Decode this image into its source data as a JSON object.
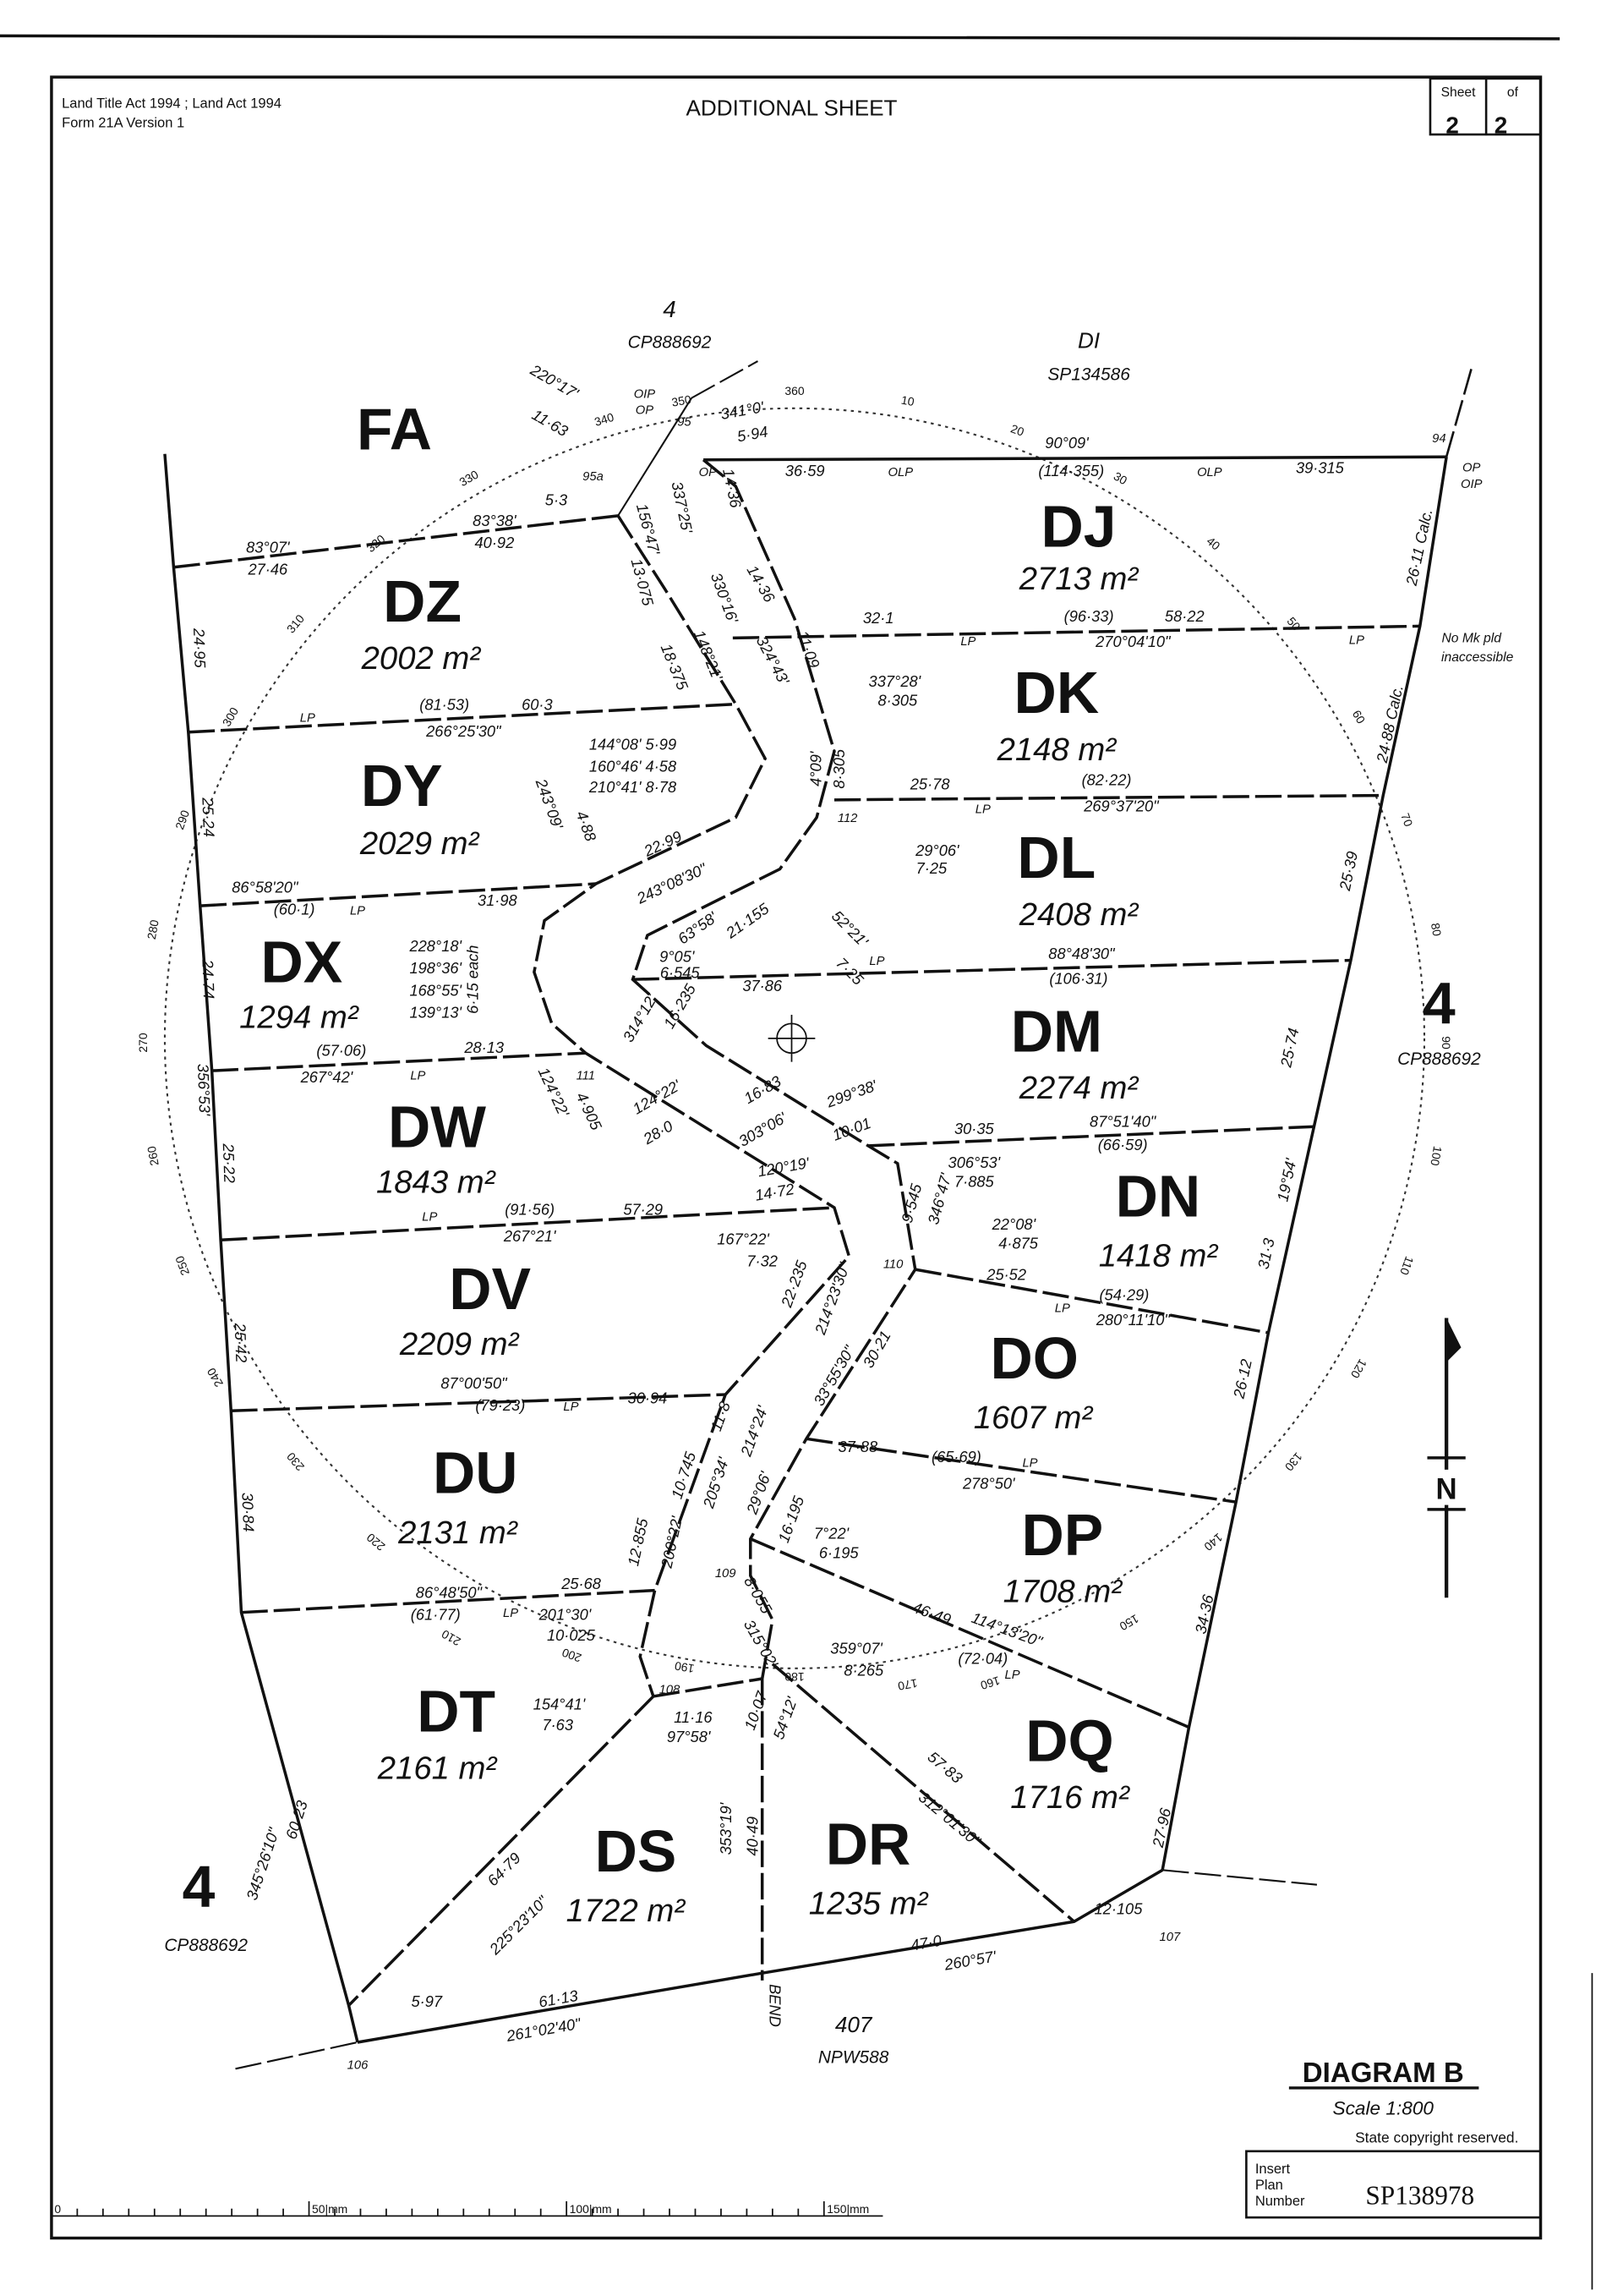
{
  "header": {
    "act_line": "Land Title Act 1994 ; Land Act 1994",
    "form_line": "Form 21A Version 1",
    "title": "ADDITIONAL SHEET",
    "sheet_label": "Sheet",
    "of_label": "of",
    "sheet_number": "2",
    "sheet_total": "2"
  },
  "footer": {
    "diagram_title": "DIAGRAM B",
    "scale": "Scale 1:800",
    "copyright": "State copyright reserved.",
    "insert_label_1": "Insert",
    "insert_label_2": "Plan",
    "insert_label_3": "Number",
    "plan_number": "SP138978",
    "scale_marks": [
      "0",
      "50|mm",
      "100|mm",
      "150|mm"
    ]
  },
  "north_label": "N",
  "lots": [
    {
      "id": "DJ",
      "area": "2713 m²"
    },
    {
      "id": "DK",
      "area": "2148 m²"
    },
    {
      "id": "DZ",
      "area": "2002 m²"
    },
    {
      "id": "DY",
      "area": "2029 m²"
    },
    {
      "id": "DL",
      "area": "2408 m²"
    },
    {
      "id": "DX",
      "area": "1294 m²"
    },
    {
      "id": "DM",
      "area": "2274 m²"
    },
    {
      "id": "DW",
      "area": "1843 m²"
    },
    {
      "id": "DN",
      "area": "1418 m²"
    },
    {
      "id": "DV",
      "area": "2209 m²"
    },
    {
      "id": "DO",
      "area": "1607 m²"
    },
    {
      "id": "DU",
      "area": "2131 m²"
    },
    {
      "id": "DP",
      "area": "1708 m²"
    },
    {
      "id": "DT",
      "area": "2161 m²"
    },
    {
      "id": "DQ",
      "area": "1716 m²"
    },
    {
      "id": "DS",
      "area": "1722 m²"
    },
    {
      "id": "DR",
      "area": "1235 m²"
    }
  ],
  "adjoining": [
    {
      "lot": "4",
      "plan": "CP888692"
    },
    {
      "lot": "DI",
      "plan": "SP134586"
    },
    {
      "lot": "FA",
      "plan": ""
    },
    {
      "lot": "4",
      "plan": "CP888692"
    },
    {
      "lot": "4",
      "plan": "CP888692"
    },
    {
      "lot": "407",
      "plan": "NPW588"
    }
  ],
  "labels": [
    "220°17'",
    "11·63",
    "OIP",
    "OP",
    "95",
    "341°0'",
    "5·94",
    "90°09'",
    "94",
    "OP",
    "OIP",
    "36·59",
    "OLP",
    "(114·355)",
    "OLP",
    "39·315",
    "OP",
    "95a",
    "5·3",
    "83°07'",
    "27·46",
    "83°38'",
    "40·92",
    "156°47'",
    "13·075",
    "337°25'",
    "14·36",
    "14·36",
    "330°16'",
    "324°43'",
    "11·09",
    "32·1",
    "LP",
    "(96·33)",
    "58·22",
    "270°04'10\"",
    "LP",
    "No Mk pld",
    "inaccessible",
    "26·11 Calc.",
    "24·88 Calc.",
    "24·95",
    "148°21'",
    "18·375",
    "337°28'",
    "8·305",
    "LP",
    "(81·53)",
    "60·3",
    "266°25'30\"",
    "144°08'   5·99",
    "160°46'   4·58",
    "210°41'   8·78",
    "4°09'",
    "8·305",
    "112",
    "25·78",
    "(82·22)",
    "LP",
    "269°37'20\"",
    "243°09'",
    "4·88",
    "29°06'",
    "7·25",
    "25·24",
    "25·39",
    "22·99",
    "243°08'30\"",
    "86°58'20\"",
    "(60·1)",
    "LP",
    "31·98",
    "63°58'",
    "21·155",
    "52°21'",
    "7·25",
    "6·15 each",
    "228°18'",
    "198°36'",
    "168°55'",
    "139°13'",
    "9°05'",
    "6·545",
    "88°48'30\"",
    "LP",
    "37·86",
    "(106·31)",
    "24·74",
    "16·235",
    "314°12'",
    "25·74",
    "356°53'",
    "(57·06)",
    "LP",
    "28·13",
    "267°42'",
    "111",
    "124°22'",
    "4·905",
    "124°22'",
    "28·0",
    "16·83",
    "303°06'",
    "299°38'",
    "10·01",
    "30·35",
    "87°51'40\"",
    "(66·59)",
    "306°53'",
    "7·885",
    "346°47'",
    "9·545",
    "19°54'",
    "25·22",
    "22°08'",
    "4·875",
    "LP",
    "(91·56)",
    "57·29",
    "267°21'",
    "120°19'",
    "14·72",
    "167°22'",
    "7·32",
    "110",
    "25·52",
    "(54·29)",
    "LP",
    "280°11'10\"",
    "31·3",
    "26·12",
    "22·235",
    "214°23'30\"",
    "33°55'30\"",
    "30·21",
    "25·42",
    "87°00'50\"",
    "(79·23)",
    "LP",
    "30·94",
    "11·8",
    "214°24'",
    "10·745",
    "205°34'",
    "37·88",
    "(65·69)",
    "LP",
    "278°50'",
    "30·84",
    "29°06'",
    "16·195",
    "12·855",
    "200°22'",
    "7°22'",
    "6·195",
    "109",
    "8·055",
    "315°02'",
    "86°48'50\"",
    "25·68",
    "(61·77)",
    "LP",
    "201°30'",
    "10·025",
    "46·49",
    "114°13'20\"",
    "(72·04)",
    "LP",
    "34·36",
    "359°07'",
    "8·265",
    "154°41'",
    "7·63",
    "108",
    "11·16",
    "97°58'",
    "10·07",
    "54°12'",
    "57·83",
    "312°01'30\"",
    "27·96",
    "60·23",
    "345°26'10\"",
    "64·79",
    "225°23'10\"",
    "40·49",
    "353°19'",
    "12·105",
    "107",
    "47·0",
    "260°57'",
    "5·97",
    "61·13",
    "261°02'40\"",
    "BEND",
    "106"
  ],
  "bearing_ring": [
    "360",
    "10",
    "20",
    "30",
    "40",
    "50",
    "60",
    "70",
    "80",
    "90",
    "100",
    "110",
    "120",
    "130",
    "140",
    "150",
    "160",
    "170",
    "180",
    "190",
    "200",
    "210",
    "220",
    "230",
    "240",
    "250",
    "260",
    "270",
    "280",
    "290",
    "300",
    "310",
    "320",
    "330",
    "340",
    "350"
  ]
}
